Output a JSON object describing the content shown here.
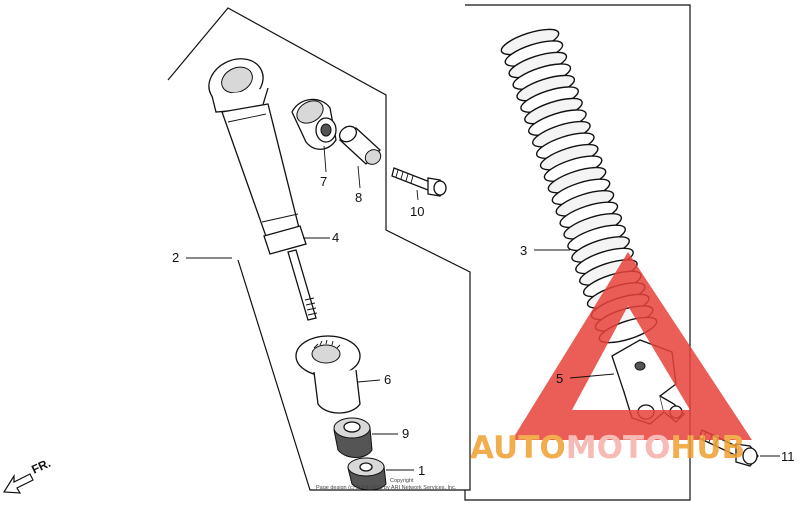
{
  "callouts": {
    "p1": "1",
    "p2": "2",
    "p3": "3",
    "p4": "4",
    "p5": "5",
    "p6": "6",
    "p7": "7",
    "p8": "8",
    "p9": "9",
    "p10": "10",
    "p11": "11"
  },
  "direction_label": "FR.",
  "copyright": {
    "line1": "Copyright",
    "line2": "Page design (c) 2004-2016 by ARI Network Services, Inc."
  },
  "watermark": {
    "text_a": "AUTO",
    "text_b": "MOTO",
    "text_c": "HUB",
    "color_a": "#f0a030",
    "color_b": "#f4b0a8",
    "color_c": "#f0a030",
    "triangle_color": "#e8423a"
  }
}
